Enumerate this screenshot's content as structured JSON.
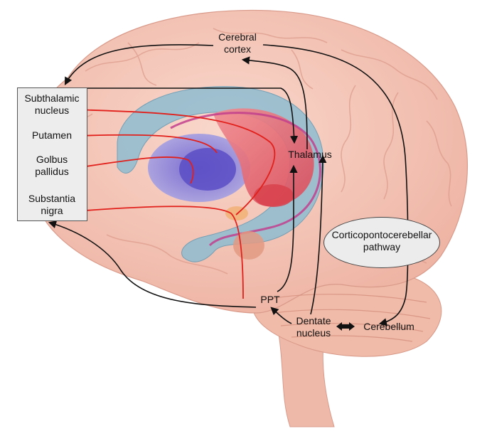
{
  "diagram": {
    "labels": {
      "cerebral_cortex": [
        "Cerebral",
        "cortex"
      ],
      "subthalamic_nucleus": [
        "Subthalamic",
        "nucleus"
      ],
      "putamen": "Putamen",
      "globus_pallidus": [
        "Golbus",
        "pallidus"
      ],
      "substantia_nigra": [
        "Substantia",
        "nigra"
      ],
      "thalamus": "Thalamus",
      "pathway": [
        "Corticopontocerebellar",
        "pathway"
      ],
      "ppt": "PPT",
      "dentate_nucleus": [
        "Dentate",
        "nucleus"
      ],
      "cerebellum": "Cerebellum"
    },
    "colors": {
      "brain": "#f4c7b8",
      "brain_fold": "#e6a99a",
      "ventricle": "#7fb1c8",
      "putamen": "#8a86d6",
      "thalamus": "#e2727a",
      "red_line": "#e2201b",
      "black_arrow": "#111111"
    }
  }
}
